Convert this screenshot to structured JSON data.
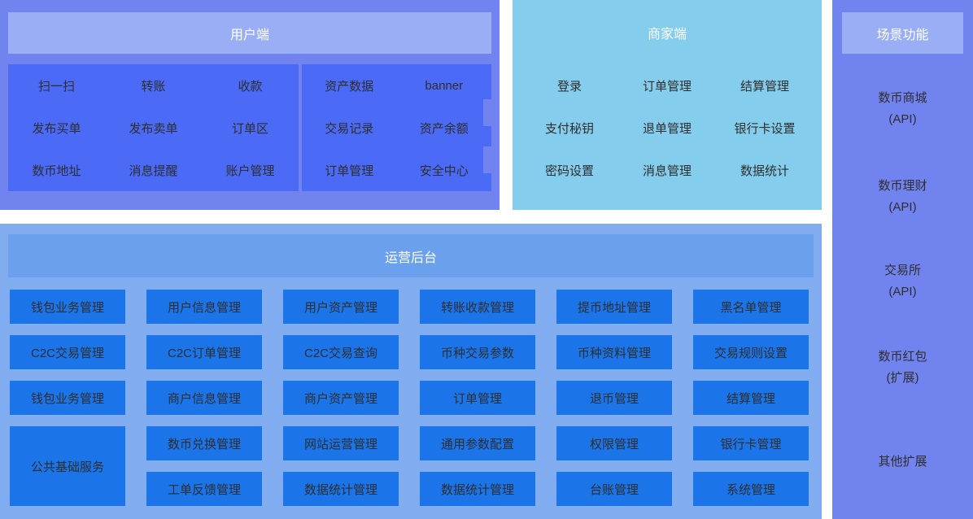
{
  "colors": {
    "page_background": "#ffffff",
    "user_panel_bg": "#7183ee",
    "user_header_bg": "#99aef5",
    "user_subpanel_bg": "#4b6af5",
    "merchant_panel_bg": "#85cdec",
    "scenario_panel_bg": "#7183ee",
    "scenario_header_bg": "#99aef5",
    "ops_panel_bg": "#81adf0",
    "ops_header_bg": "#6ba0ed",
    "ops_cell_bg": "#1b74e8",
    "title_text": "#ffffff",
    "item_text": "#2e2e2e"
  },
  "user": {
    "title": "用户端",
    "group1": [
      "扫一扫",
      "转账",
      "收款",
      "发布买单",
      "发布卖单",
      "订单区",
      "数币地址",
      "消息提醒",
      "账户管理"
    ],
    "group2": [
      "资产数据",
      "banner",
      "交易记录",
      "资产余额",
      "订单管理",
      "安全中心"
    ]
  },
  "merchant": {
    "title": "商家端",
    "items": [
      "登录",
      "订单管理",
      "结算管理",
      "支付秘钥",
      "退单管理",
      "银行卡设置",
      "密码设置",
      "消息管理",
      "数据统计"
    ]
  },
  "scenario": {
    "title": "场景功能",
    "items": [
      {
        "line1": "数币商城",
        "line2": "(API)"
      },
      {
        "line1": "数币理财",
        "line2": "(API)"
      },
      {
        "line1": "交易所",
        "line2": "(API)"
      },
      {
        "line1": "数币红包",
        "line2": "(扩展)"
      },
      {
        "line1": "其他扩展",
        "line2": ""
      }
    ]
  },
  "ops": {
    "title": "运营后台",
    "row1": [
      "钱包业务管理",
      "用户信息管理",
      "用户资产管理",
      "转账收款管理",
      "提币地址管理",
      "黑名单管理"
    ],
    "row2": [
      "C2C交易管理",
      "C2C订单管理",
      "C2C交易查询",
      "币种交易参数",
      "币种资料管理",
      "交易规则设置"
    ],
    "row3": [
      "钱包业务管理",
      "商户信息管理",
      "商户资产管理",
      "订单管理",
      "退币管理",
      "结算管理"
    ],
    "tall_cell": "公共基础服务",
    "row4": [
      "数币兑换管理",
      "网站运营管理",
      "通用参数配置",
      "权限管理",
      "银行卡管理"
    ],
    "row5": [
      "工单反馈管理",
      "数据统计管理",
      "数据统计管理",
      "台账管理",
      "系统管理"
    ]
  }
}
